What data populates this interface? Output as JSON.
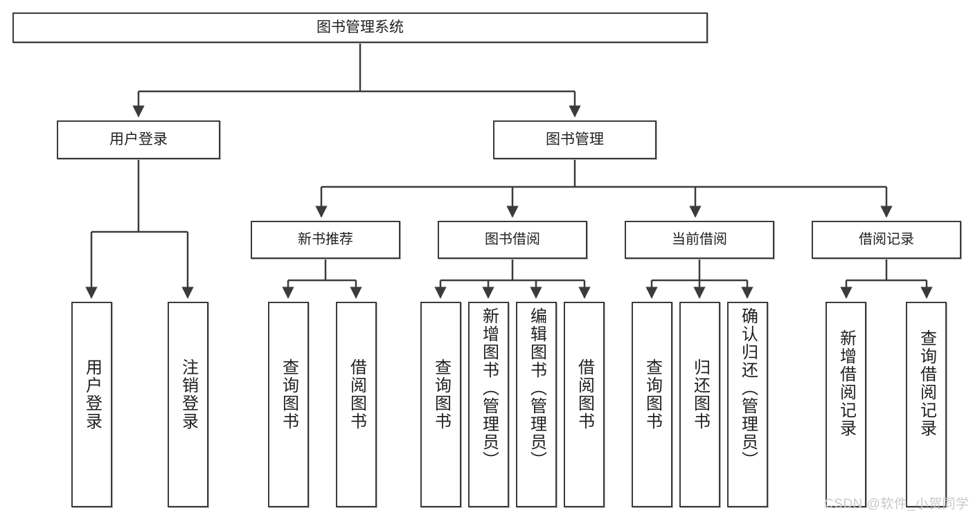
{
  "diagram": {
    "title": "图书管理系统",
    "type": "tree-hierarchy",
    "root": {
      "label": "图书管理系统"
    },
    "level2": [
      {
        "label": "用户登录"
      },
      {
        "label": "图书管理"
      }
    ],
    "level3": [
      {
        "label": "新书推荐"
      },
      {
        "label": "图书借阅"
      },
      {
        "label": "当前借阅"
      },
      {
        "label": "借阅记录"
      }
    ],
    "leaves": {
      "user_login": [
        {
          "label": "用户登录"
        },
        {
          "label": "注销登录"
        }
      ],
      "new_book_recommend": [
        {
          "label": "查询图书"
        },
        {
          "label": "借阅图书"
        }
      ],
      "book_borrow": [
        {
          "label": "查询图书"
        },
        {
          "label": "新增图书（管理员）"
        },
        {
          "label": "编辑图书（管理员）"
        },
        {
          "label": "借阅图书"
        }
      ],
      "current_borrow": [
        {
          "label": "查询图书"
        },
        {
          "label": "归还图书"
        },
        {
          "label": "确认归还（管理员）"
        }
      ],
      "borrow_record": [
        {
          "label": "新增借阅记录"
        },
        {
          "label": "查询借阅记录"
        }
      ]
    }
  },
  "watermark": {
    "text": "CSDN @软件_小贺同学"
  },
  "colors": {
    "border": "#3b3b3b",
    "text": "#1f1f1f",
    "background": "#ffffff",
    "watermark": "#c9c9c9"
  }
}
